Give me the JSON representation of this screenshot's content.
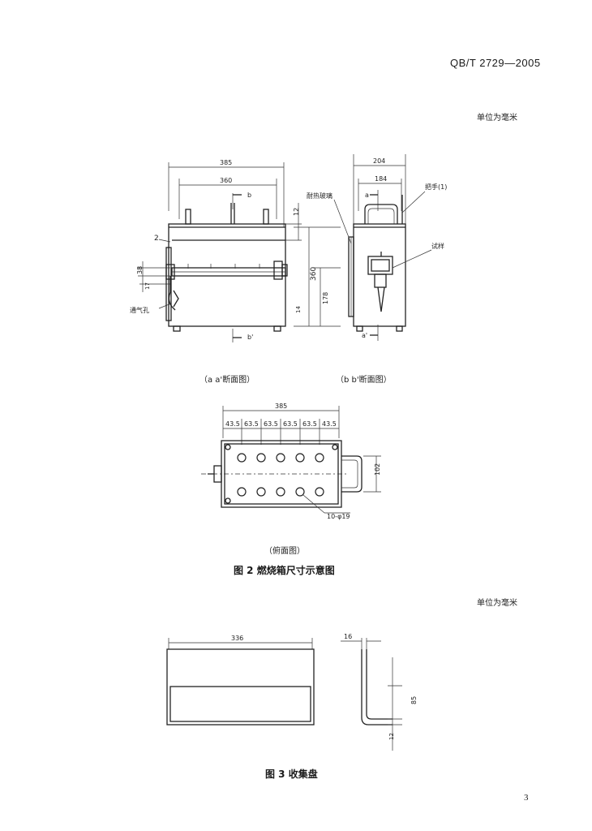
{
  "header": {
    "standard_code": "QB/T 2729—2005"
  },
  "units_note_1": "单位为毫米",
  "units_note_2": "单位为毫米",
  "figure2": {
    "view_a_label": "（a a'断面图）",
    "view_b_label": "（b b'断面图）",
    "view_c_label": "（俯面图）",
    "caption": "图 2   燃烧箱尺寸示意图",
    "dims": {
      "a_overall_width": "385",
      "a_inner_width": "360",
      "a_height": "360",
      "a_left_38": "38",
      "a_left_17": "17",
      "a_top_12": "12",
      "a_right_178": "178",
      "a_right_14": "14",
      "b_overall_width": "204",
      "b_inner_width": "184",
      "c_overall_width": "385",
      "c_pitch": [
        "43.5",
        "63.5",
        "63.5",
        "63.5",
        "63.5",
        "43.5"
      ],
      "c_height": "102",
      "c_holes": "10-φ19"
    },
    "section_marks": {
      "b_top": "b",
      "b_bottom": "b'",
      "a_top": "a",
      "a_bottom": "a'",
      "part_2": "2"
    },
    "callouts": {
      "glass": "耐热玻璃",
      "handle": "把手(1)",
      "specimen": "试样",
      "air_inlet": "通气孔"
    }
  },
  "figure3": {
    "caption": "图 3   收集盘",
    "dims": {
      "width": "336",
      "thickness": "16",
      "height": "85",
      "bottom": "12"
    }
  },
  "page_number": "3"
}
